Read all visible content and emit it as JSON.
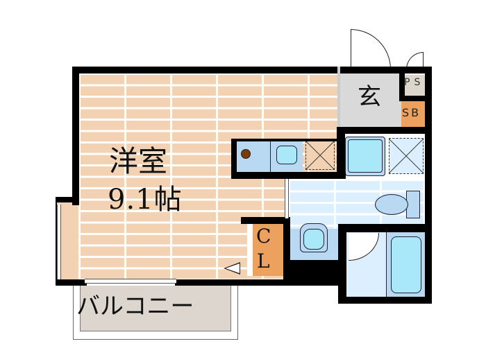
{
  "floorplan": {
    "rooms": {
      "western_room": {
        "name": "洋室",
        "size": "9.1帖"
      },
      "entrance": {
        "name": "玄"
      },
      "ps": {
        "name": "PS"
      },
      "shoe_box": {
        "name": "SB"
      },
      "closet": {
        "line1": "C",
        "line2": "L"
      },
      "balcony": {
        "name": "バルコニー"
      }
    },
    "colors": {
      "room_floor": "#f2d2b2",
      "wet_floor": "#dcefff",
      "entrance_floor": "#d9d9d9",
      "storage": "#eda15f",
      "fixture_blue": "#a8e8f8",
      "counter_blue": "#b9d9f2",
      "balcony_floor": "#dcd6cf",
      "wall": "#000000"
    }
  }
}
